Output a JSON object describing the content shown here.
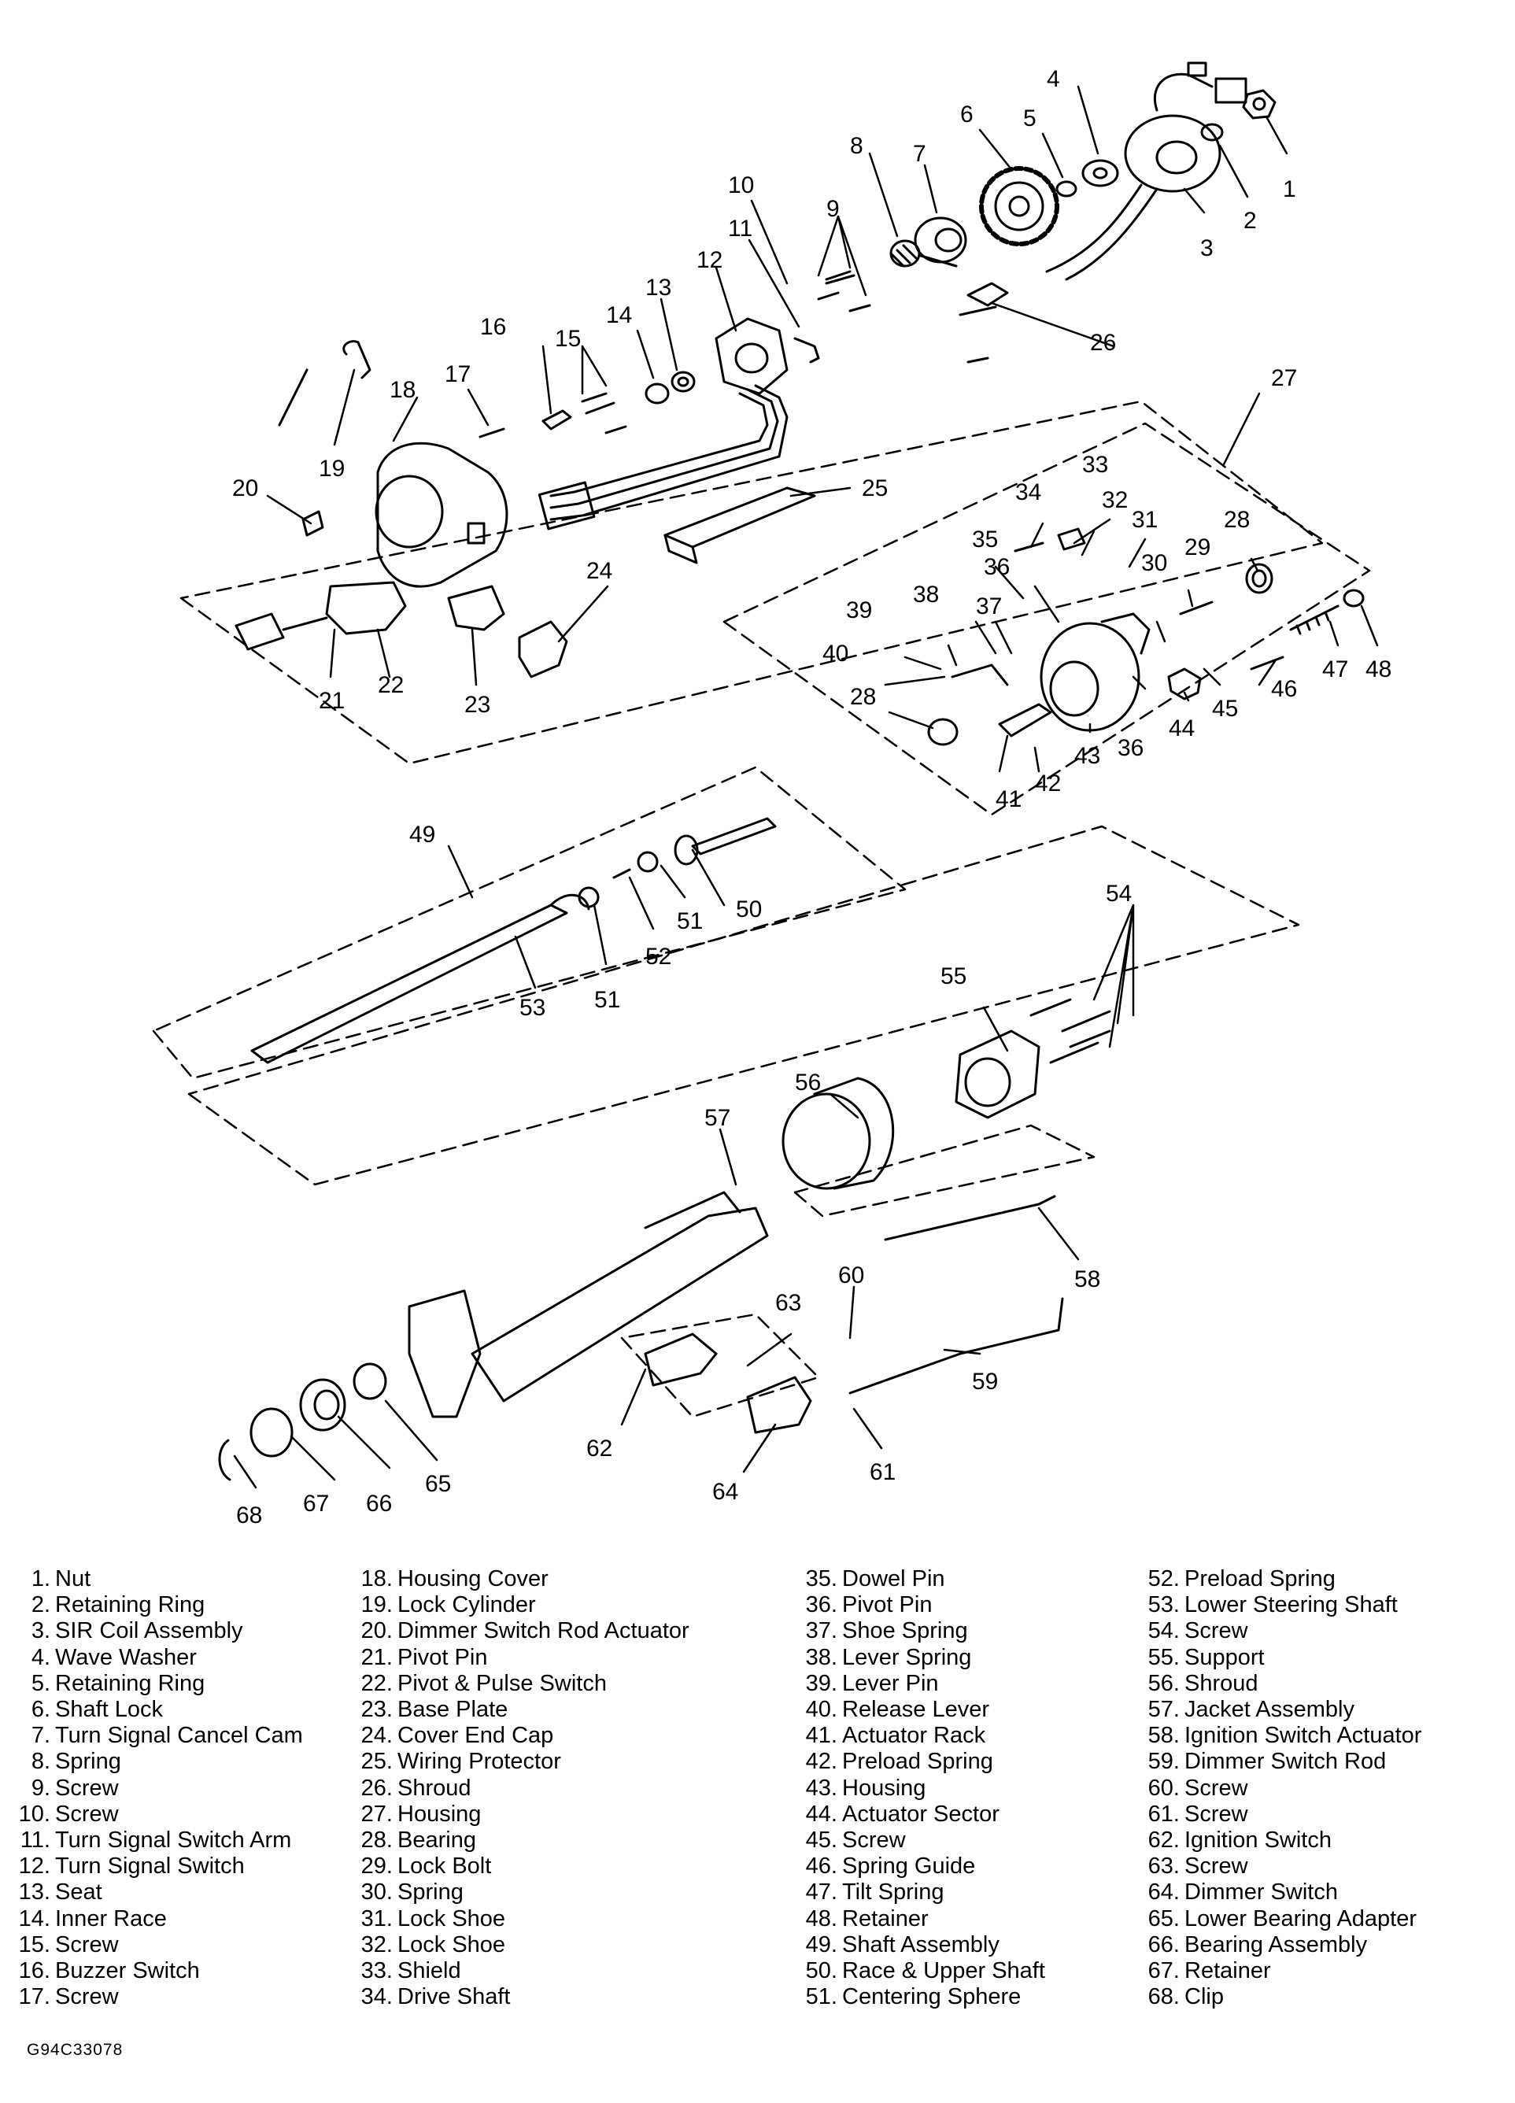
{
  "figure_id": "G94C33078",
  "parts": [
    {
      "num": "1.",
      "name": "Nut"
    },
    {
      "num": "2.",
      "name": "Retaining Ring"
    },
    {
      "num": "3.",
      "name": "SIR Coil Assembly"
    },
    {
      "num": "4.",
      "name": "Wave Washer"
    },
    {
      "num": "5.",
      "name": "Retaining Ring"
    },
    {
      "num": "6.",
      "name": "Shaft Lock"
    },
    {
      "num": "7.",
      "name": "Turn Signal Cancel Cam"
    },
    {
      "num": "8.",
      "name": "Spring"
    },
    {
      "num": "9.",
      "name": "Screw"
    },
    {
      "num": "10.",
      "name": "Screw"
    },
    {
      "num": "11.",
      "name": "Turn Signal Switch Arm"
    },
    {
      "num": "12.",
      "name": "Turn Signal Switch"
    },
    {
      "num": "13.",
      "name": "Seat"
    },
    {
      "num": "14.",
      "name": "Inner Race"
    },
    {
      "num": "15.",
      "name": "Screw"
    },
    {
      "num": "16.",
      "name": "Buzzer Switch"
    },
    {
      "num": "17.",
      "name": "Screw"
    },
    {
      "num": "18.",
      "name": "Housing Cover"
    },
    {
      "num": "19.",
      "name": "Lock Cylinder"
    },
    {
      "num": "20.",
      "name": "Dimmer Switch Rod Actuator"
    },
    {
      "num": "21.",
      "name": "Pivot Pin"
    },
    {
      "num": "22.",
      "name": "Pivot & Pulse Switch"
    },
    {
      "num": "23.",
      "name": "Base Plate"
    },
    {
      "num": "24.",
      "name": "Cover End Cap"
    },
    {
      "num": "25.",
      "name": "Wiring Protector"
    },
    {
      "num": "26.",
      "name": "Shroud"
    },
    {
      "num": "27.",
      "name": "Housing"
    },
    {
      "num": "28.",
      "name": "Bearing"
    },
    {
      "num": "29.",
      "name": "Lock Bolt"
    },
    {
      "num": "30.",
      "name": "Spring"
    },
    {
      "num": "31.",
      "name": "Lock Shoe"
    },
    {
      "num": "32.",
      "name": "Lock Shoe"
    },
    {
      "num": "33.",
      "name": "Shield"
    },
    {
      "num": "34.",
      "name": "Drive Shaft"
    },
    {
      "num": "35.",
      "name": "Dowel Pin"
    },
    {
      "num": "36.",
      "name": "Pivot Pin"
    },
    {
      "num": "37.",
      "name": "Shoe Spring"
    },
    {
      "num": "38.",
      "name": "Lever Spring"
    },
    {
      "num": "39.",
      "name": "Lever Pin"
    },
    {
      "num": "40.",
      "name": "Release Lever"
    },
    {
      "num": "41.",
      "name": "Actuator Rack"
    },
    {
      "num": "42.",
      "name": "Preload Spring"
    },
    {
      "num": "43.",
      "name": "Housing"
    },
    {
      "num": "44.",
      "name": "Actuator Sector"
    },
    {
      "num": "45.",
      "name": "Screw"
    },
    {
      "num": "46.",
      "name": "Spring Guide"
    },
    {
      "num": "47.",
      "name": "Tilt Spring"
    },
    {
      "num": "48.",
      "name": "Retainer"
    },
    {
      "num": "49.",
      "name": "Shaft Assembly"
    },
    {
      "num": "50.",
      "name": "Race & Upper Shaft"
    },
    {
      "num": "51.",
      "name": "Centering Sphere"
    },
    {
      "num": "52.",
      "name": "Preload Spring"
    },
    {
      "num": "53.",
      "name": "Lower Steering Shaft"
    },
    {
      "num": "54.",
      "name": "Screw"
    },
    {
      "num": "55.",
      "name": "Support"
    },
    {
      "num": "56.",
      "name": "Shroud"
    },
    {
      "num": "57.",
      "name": "Jacket Assembly"
    },
    {
      "num": "58.",
      "name": "Ignition Switch Actuator"
    },
    {
      "num": "59.",
      "name": "Dimmer Switch Rod"
    },
    {
      "num": "60.",
      "name": "Screw"
    },
    {
      "num": "61.",
      "name": "Screw"
    },
    {
      "num": "62.",
      "name": "Ignition Switch"
    },
    {
      "num": "63.",
      "name": "Screw"
    },
    {
      "num": "64.",
      "name": "Dimmer Switch"
    },
    {
      "num": "65.",
      "name": "Lower Bearing Adapter"
    },
    {
      "num": "66.",
      "name": "Bearing Assembly"
    },
    {
      "num": "67.",
      "name": "Retainer"
    },
    {
      "num": "68.",
      "name": "Clip"
    }
  ],
  "callouts": [
    "1",
    "2",
    "3",
    "4",
    "5",
    "6",
    "7",
    "8",
    "9",
    "10",
    "11",
    "12",
    "13",
    "14",
    "15",
    "16",
    "17",
    "18",
    "19",
    "20",
    "21",
    "22",
    "23",
    "24",
    "25",
    "26",
    "27",
    "28",
    "28",
    "29",
    "30",
    "31",
    "32",
    "33",
    "34",
    "35",
    "36",
    "36",
    "37",
    "38",
    "39",
    "40",
    "41",
    "42",
    "43",
    "44",
    "45",
    "46",
    "47",
    "48",
    "49",
    "50",
    "51",
    "51",
    "52",
    "53",
    "54",
    "55",
    "56",
    "57",
    "58",
    "59",
    "60",
    "61",
    "62",
    "63",
    "64",
    "65",
    "66",
    "67",
    "68"
  ]
}
